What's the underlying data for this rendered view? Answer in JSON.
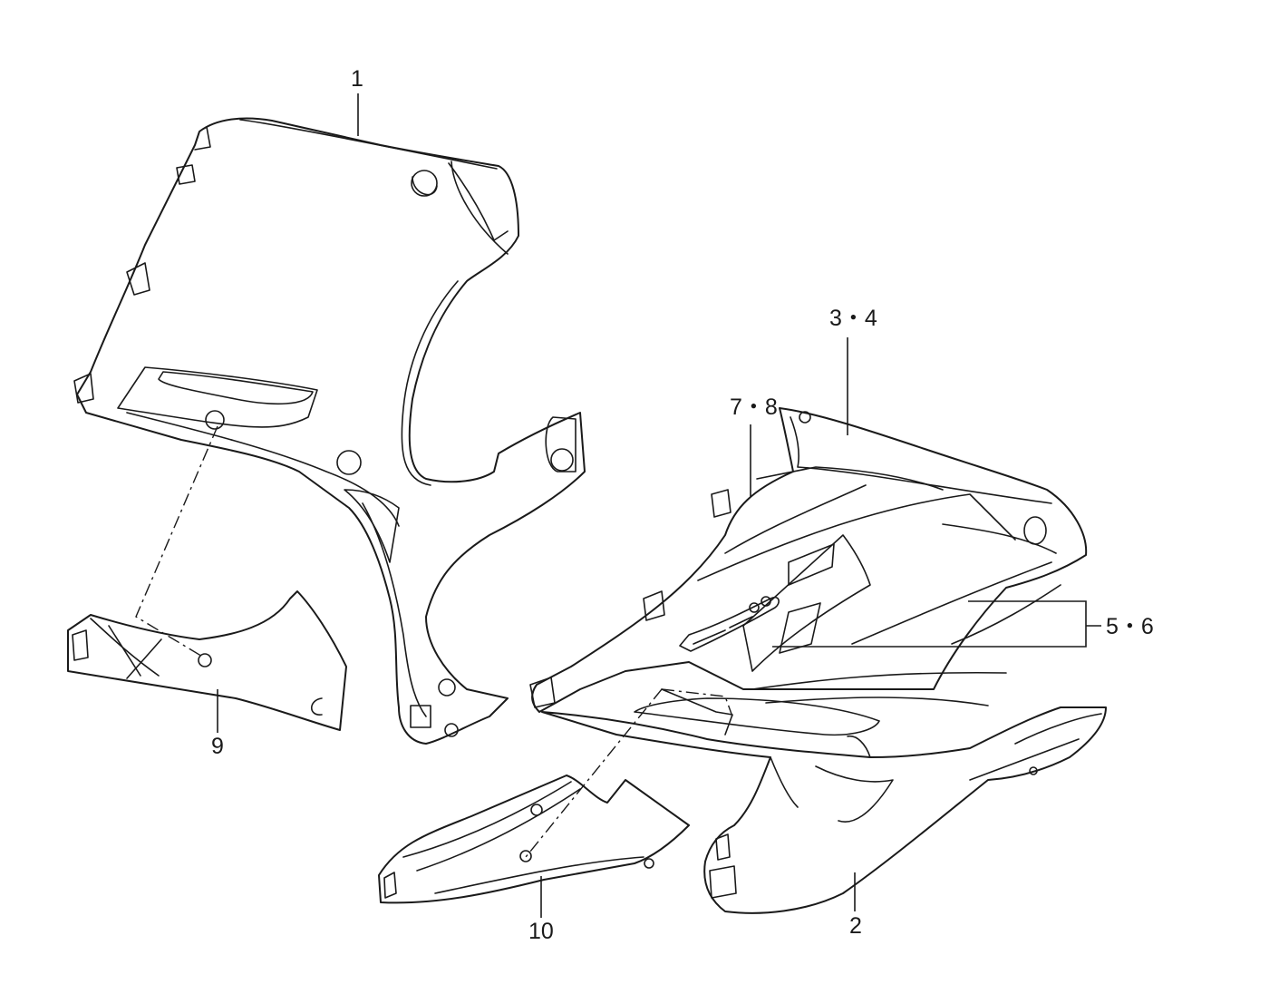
{
  "callouts": {
    "c1": "1",
    "c2": "2",
    "c34": "3・4",
    "c56": "5・6",
    "c78": "7・8",
    "c9": "9",
    "c10": "10"
  },
  "colors": {
    "line": "#1a1a1a",
    "background": "#ffffff"
  }
}
